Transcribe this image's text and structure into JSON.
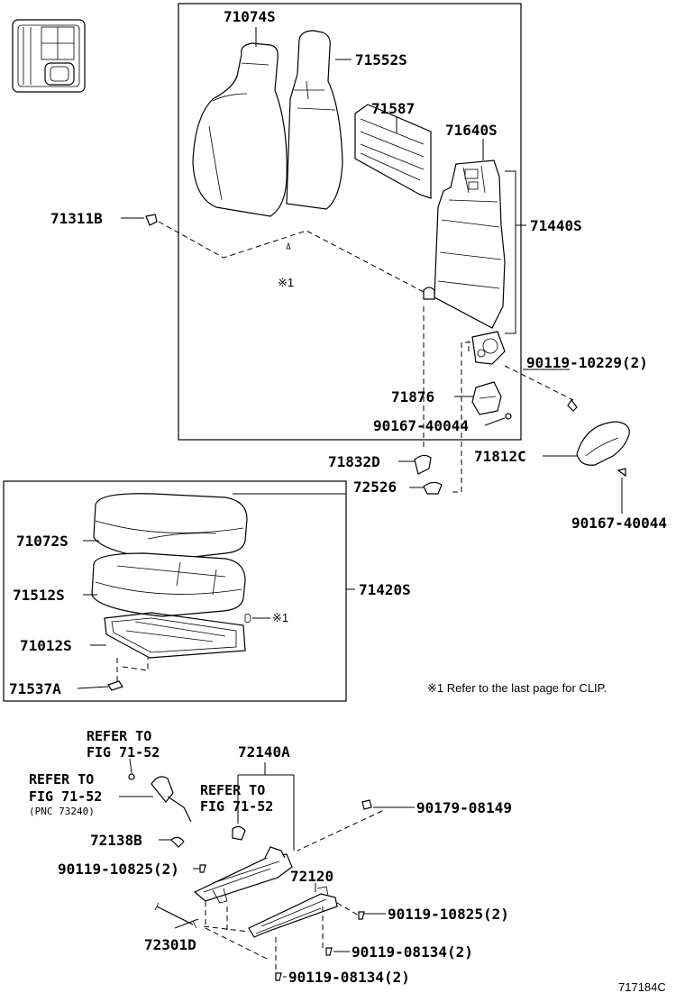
{
  "diagram": {
    "figure_code": "717184C",
    "note": "※1 Refer to the last page for CLIP.",
    "clip_marker": "※1",
    "parts": {
      "p71074S": "71074S",
      "p71552S": "71552S",
      "p71587": "71587",
      "p71640S": "71640S",
      "p71440S": "71440S",
      "p71311B": "71311B",
      "p90119_10229": "90119-10229(2)",
      "p71876": "71876",
      "p90167_40044_a": "90167-40044",
      "p71812C": "71812C",
      "p71832D": "71832D",
      "p72526": "72526",
      "p90167_40044_b": "90167-40044",
      "p71072S": "71072S",
      "p71512S": "71512S",
      "p71420S": "71420S",
      "p71012S": "71012S",
      "p71537A": "71537A",
      "p72140A": "72140A",
      "p90179_08149": "90179-08149",
      "p72138B": "72138B",
      "p90119_10825_a": "90119-10825(2)",
      "p72120": "72120",
      "p90119_10825_b": "90119-10825(2)",
      "p72301D": "72301D",
      "p90119_08134_a": "90119-08134(2)",
      "p90119_08134_b": "90119-08134(2)"
    },
    "refs": {
      "ref1_line1": "REFER TO",
      "ref1_line2": "FIG 71-52",
      "ref2_line1": "REFER TO",
      "ref2_line2": "FIG 71-52",
      "ref2_line3": "(PNC 73240)",
      "ref3_line1": "REFER TO",
      "ref3_line2": "FIG 71-52"
    }
  }
}
